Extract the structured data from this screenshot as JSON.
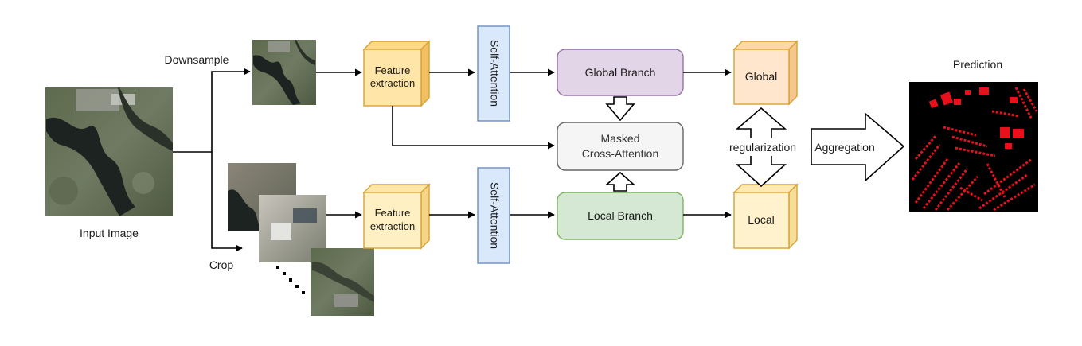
{
  "labels": {
    "downsample": "Downsample",
    "crop": "Crop",
    "input_image": "Input Image",
    "feature_extraction_line1": "Feature",
    "feature_extraction_line2": "extraction",
    "self_attention": "Self-Attention",
    "global_branch": "Global Branch",
    "local_branch": "Local Branch",
    "masked_line1": "Masked",
    "masked_line2": "Cross-Attention",
    "global": "Global",
    "local": "Local",
    "regularization": "regularization",
    "aggregation": "Aggregation",
    "prediction": "Prediction"
  },
  "colors": {
    "feature_box_global": "#ffe6a8",
    "feature_box_local": "#fff0c4",
    "feature_border": "#d6a23a",
    "self_attention_fill": "#dae8fc",
    "self_attention_border": "#6c8ebf",
    "global_branch_fill": "#e1d5e7",
    "global_branch_border": "#9673a6",
    "local_branch_fill": "#d5e8d4",
    "local_branch_border": "#82b366",
    "masked_fill": "#f5f5f5",
    "masked_border": "#666666",
    "global_cube_fill": "#ffe6cc",
    "local_cube_fill": "#fff2cc",
    "cube_border": "#d6a23a",
    "prediction_fill": "#e8101a"
  },
  "images": {
    "input": "aerial-satellite-image",
    "downsampled": "aerial-satellite-image-downsampled",
    "crops": "aerial-satellite-image-crops",
    "prediction": "building-segmentation-mask"
  }
}
